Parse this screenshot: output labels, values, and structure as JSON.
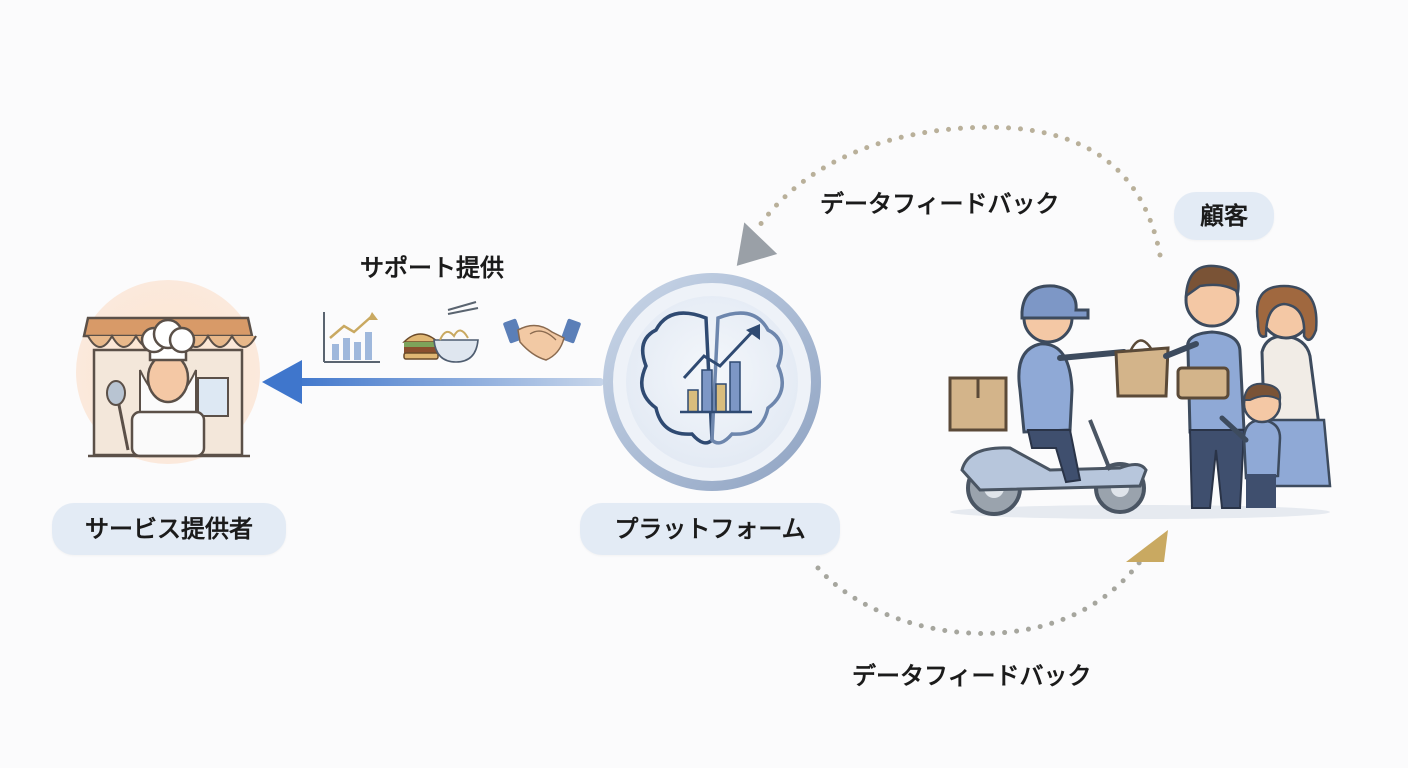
{
  "nodes": {
    "provider_label": "サービス提供者",
    "platform_label": "プラットフォーム",
    "customer_label": "顧客"
  },
  "edges": {
    "support_label": "サポート提供",
    "feedback_top_label": "データフィードバック",
    "feedback_bottom_label": "データフィードバック"
  },
  "icons": {
    "provider": "chef-storefront-icon",
    "platform": "brain-growth-chart-icon",
    "customer": "delivery-scooter-family-icon",
    "support": [
      "bar-chart-icon",
      "burger-noodles-icon",
      "handshake-icon"
    ]
  },
  "colors": {
    "pill_bg": "#e3ebf5",
    "arrow_blue": "#4a7fcf",
    "feedback_gray": "#9aa3ad",
    "feedback_gold": "#c9a961"
  }
}
